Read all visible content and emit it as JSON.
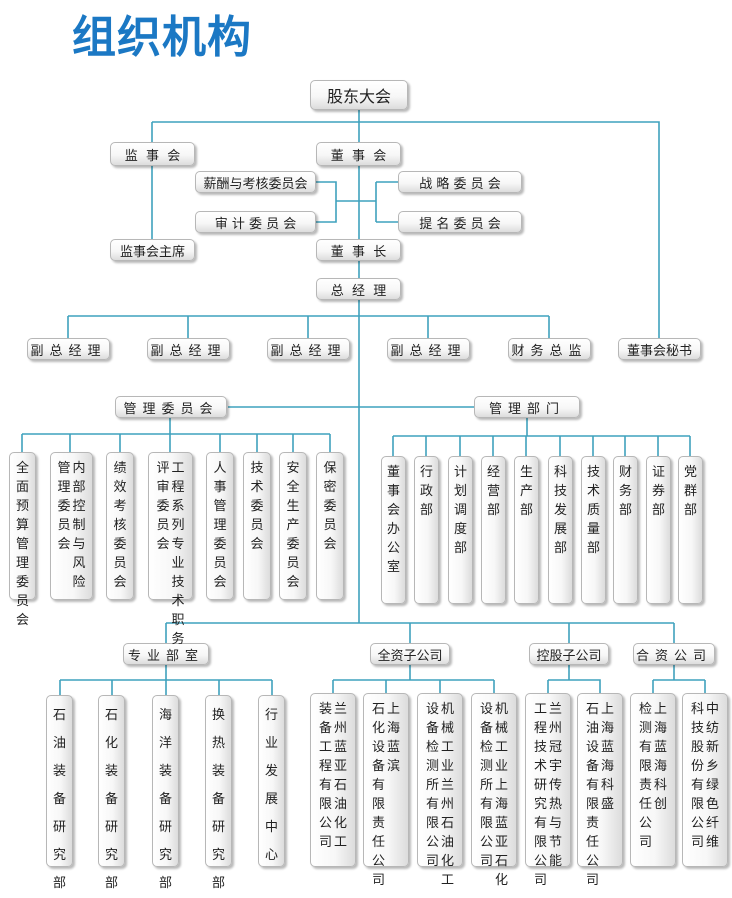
{
  "title": "组织机构",
  "top": {
    "shareholders": "股东大会",
    "supervisors": "监  事  会",
    "board": "董  事  会",
    "pay_committee": "薪酬与考核委员会",
    "audit_committee": "审 计 委 员 会",
    "strategy_committee": "战 略 委 员 会",
    "nomination_committee": "提 名 委 员 会",
    "supervisor_chair": "监事会主席",
    "chairman": "董  事  长",
    "general_manager": "总  经  理",
    "vice_gm": [
      "副总经理",
      "副总经理",
      "副总经理",
      "副总经理"
    ],
    "cfo": "财务总监",
    "board_secretary": "董事会秘书"
  },
  "management_committee": {
    "label": "管理委员会",
    "items": [
      {
        "cols": [
          "全面预算管理委员会"
        ]
      },
      {
        "cols": [
          "管理委员会",
          "内部控制与风险"
        ]
      },
      {
        "cols": [
          "绩效考核委员会"
        ]
      },
      {
        "cols": [
          "评审委员会",
          "工程系列专业技术职务"
        ]
      },
      {
        "cols": [
          "人事管理委员会"
        ]
      },
      {
        "cols": [
          "技术委员会"
        ]
      },
      {
        "cols": [
          "安全生产委员会"
        ]
      },
      {
        "cols": [
          "保密委员会"
        ]
      }
    ]
  },
  "management_departments": {
    "label": "管理部门",
    "items": [
      "董事会办公室",
      "行政部",
      "计划调度部",
      "经营部",
      "生产部",
      "科技发展部",
      "技术质量部",
      "财务部",
      "证券部",
      "党群部"
    ]
  },
  "professional_offices": {
    "label": "专业部室",
    "items": [
      "石油装备研究部",
      "石化装备研究部",
      "海洋装备研究部",
      "换热装备研究部",
      "行业发展中心"
    ]
  },
  "wholly_owned": {
    "label": "全资子公司",
    "items": [
      {
        "cols": [
          "装备工程有限公司",
          "兰州蓝亚石油化工"
        ]
      },
      {
        "cols": [
          "石化设备有限责任公司",
          "上海蓝滨"
        ]
      },
      {
        "cols": [
          "设备检测所有限公司",
          "机械工业兰州石油化工"
        ]
      },
      {
        "cols": [
          "设备检测所有限公司",
          "机械工业上海蓝亚石化"
        ]
      }
    ]
  },
  "holding": {
    "label": "控股子公司",
    "items": [
      {
        "cols": [
          "工程技术研究有限公司",
          "兰州冠宇传热与节能"
        ]
      },
      {
        "cols": [
          "石油设备有限责任公司",
          "上海蓝海科盛"
        ]
      }
    ]
  },
  "joint_venture": {
    "label": "合资公司",
    "items": [
      {
        "cols": [
          "检测有限责任公司",
          "上海蓝海科创"
        ]
      },
      {
        "cols": [
          "科技股份有限公司",
          "中纺新乡绿色纤维"
        ]
      }
    ]
  }
}
